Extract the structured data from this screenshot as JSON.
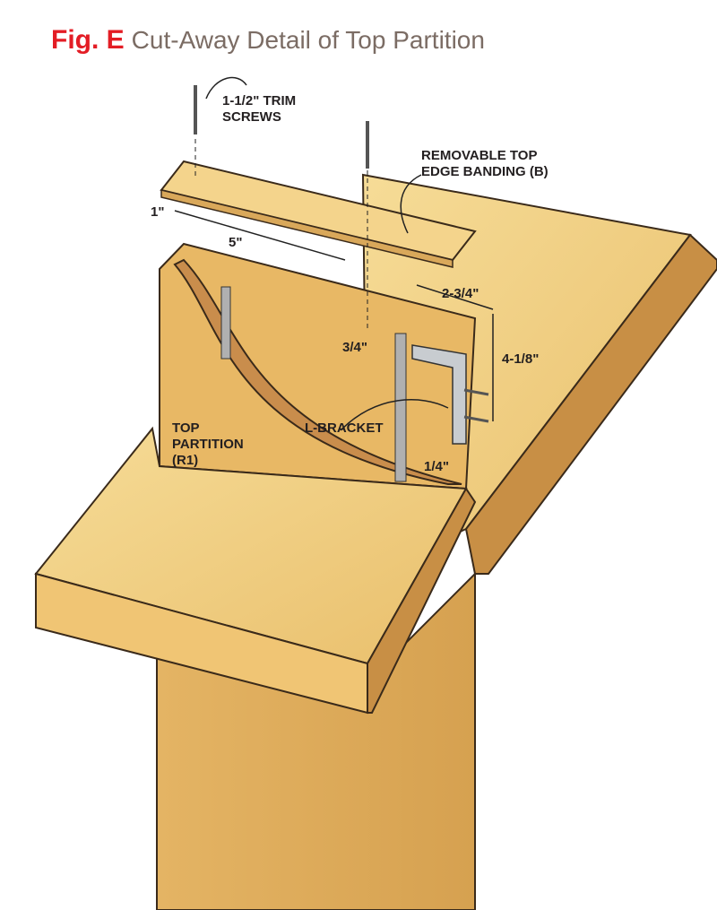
{
  "title": {
    "figure": "Fig. E",
    "text": "Cut-Away Detail of Top Partition"
  },
  "labels": {
    "screws": [
      "1-1/2\" TRIM",
      "SCREWS"
    ],
    "banding": [
      "REMOVABLE TOP",
      "EDGE BANDING (B)"
    ],
    "partition": [
      "TOP",
      "PARTITION",
      "(R1)"
    ],
    "bracket": "L-BRACKET"
  },
  "dimensions": {
    "edge_offset": "1\"",
    "hole_spacing": "5\"",
    "depth": "3/4\"",
    "bracket_width": "2-3/4\"",
    "bracket_height": "4-1/8\"",
    "bracket_gap": "1/4\""
  },
  "colors": {
    "title_red": "#e31d25",
    "title_gray": "#7b6c64",
    "wood": "#f2cf82",
    "wood_dark": "#d9a85a"
  }
}
